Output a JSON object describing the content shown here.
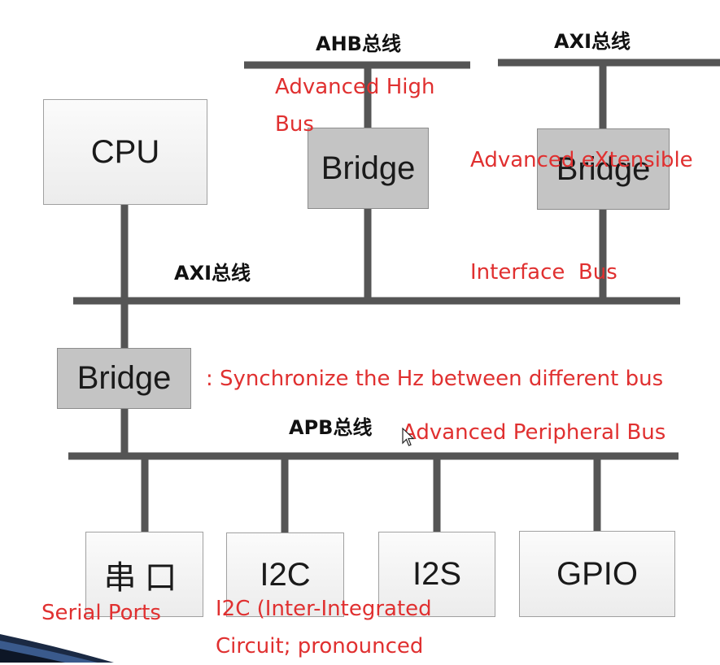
{
  "buses": {
    "ahb": "AHB总线",
    "axi_top": "AXI总线",
    "axi_main": "AXI总线",
    "apb": "APB总线"
  },
  "boxes": {
    "cpu": "CPU",
    "bridge_ahb": "Bridge",
    "bridge_axi": "Bridge",
    "bridge_apb": "Bridge",
    "serial": "串口",
    "i2c": "I2C",
    "i2s": "I2S",
    "gpio": "GPIO"
  },
  "notes": {
    "ahb_note": [
      "Advanced High",
      "Bus"
    ],
    "axi_note": [
      "Advanced eXtensible",
      "Interface  Bus"
    ],
    "bridge_note": ": Synchronize the Hz between different bus",
    "apb_note": "Advanced Peripheral Bus",
    "serial_note": "Serial Ports",
    "i2c_note": [
      "I2C (Inter-Integrated",
      "Circuit; pronounced"
    ]
  },
  "colors": {
    "line": "#555555",
    "annotation": "#e03030",
    "bridge_fill": "#c4c4c4",
    "box_fill": "#f4f4f4"
  }
}
